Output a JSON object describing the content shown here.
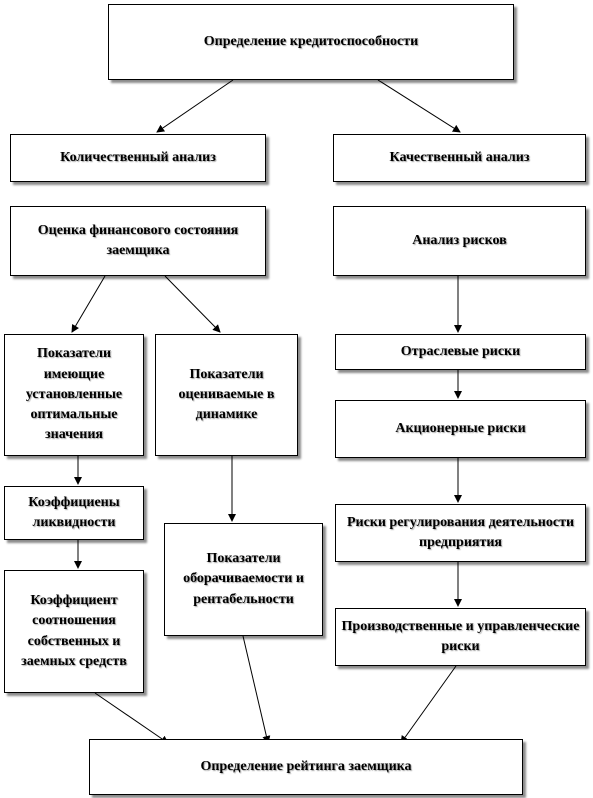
{
  "nodes": {
    "root": "Определение кредитоспособности",
    "quant": "Количественный анализ",
    "qual": "Качественный анализ",
    "financial": "Оценка финансового состояния заемщика",
    "optimal": "Показатели имеющие установленные оптимальные значения",
    "dynamic": "Показатели оцениваемые в динамике",
    "liquidity": "Коэффициены ликвидности",
    "ratio": "Коэффициент соотношения собственных и заемных средств",
    "turnover": "Показатели оборачиваемости и рентабельности",
    "risk_analysis": "Анализ рисков",
    "industry_risks": "Отраслевые риски",
    "shareholder_risks": "Акционерные риски",
    "regulation_risks": "Риски регулирования деятельности предприятия",
    "production_risks": "Производственные и управленческие риски",
    "rating": "Определение рейтинга заемщика"
  }
}
